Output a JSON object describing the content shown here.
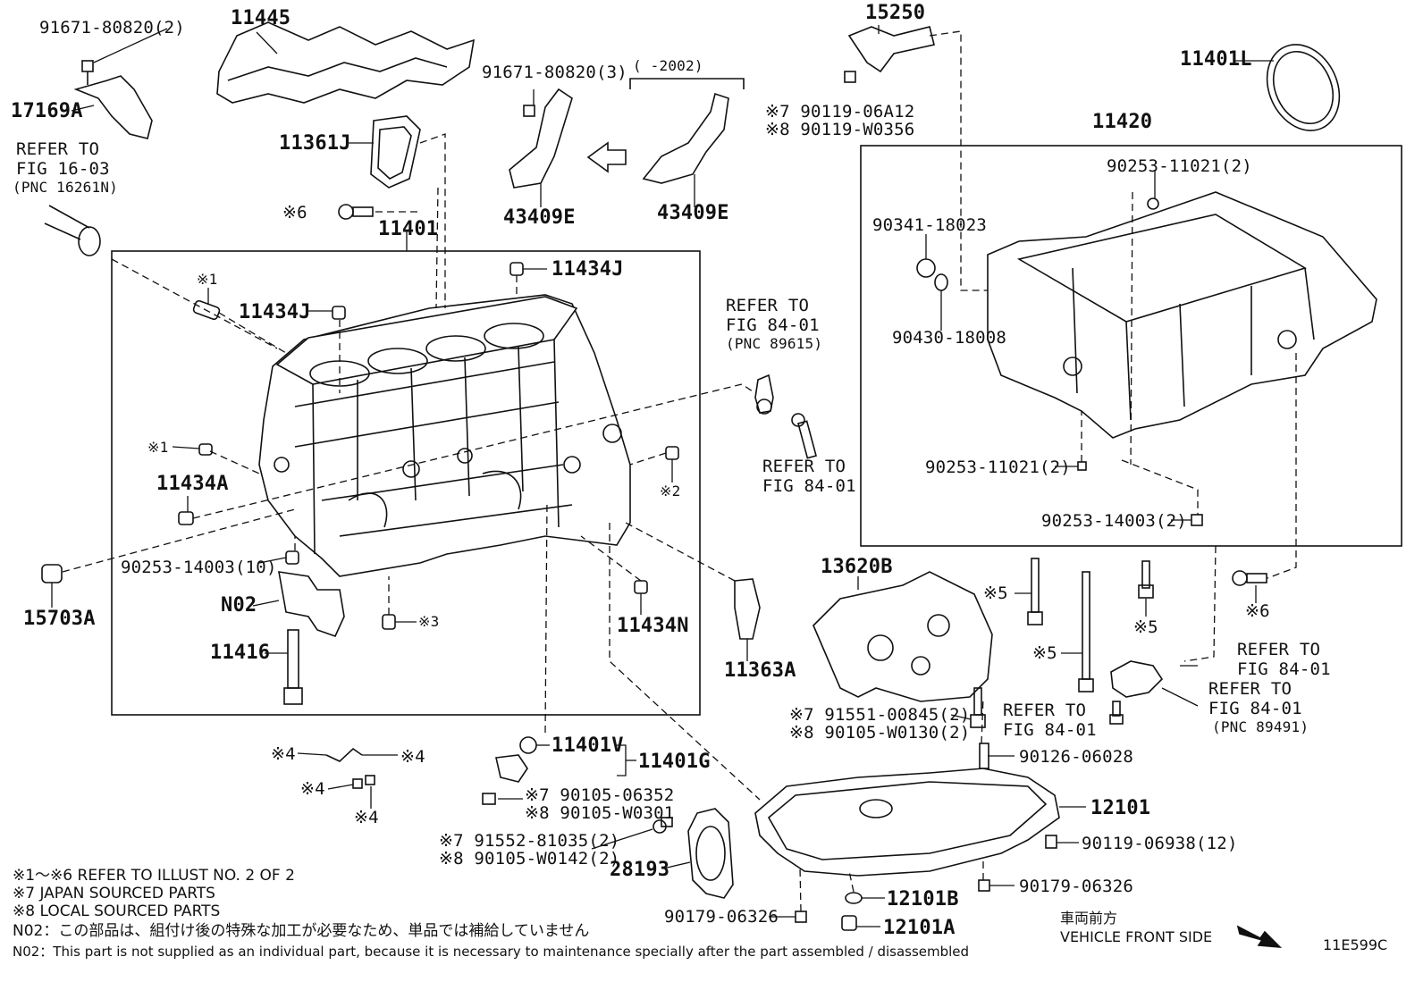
{
  "diagram_id": "11E599C",
  "direction": {
    "jp": "車両前方",
    "en": "VEHICLE FRONT SIDE"
  },
  "parts": {
    "p91671_80820_2": "91671-80820(2)",
    "p11445": "11445",
    "p17169A": "17169A",
    "refer_1626": [
      "REFER TO",
      "FIG 16-03",
      "(PNC 16261N)"
    ],
    "p11361J": "11361J",
    "x6_a": "※6",
    "p11401": "11401",
    "x1_a": "※1",
    "p11434J_a": "11434J",
    "p11434J_b": "11434J",
    "x1_b": "※1",
    "p11434A": "11434A",
    "p90253_14003_10": "90253-14003(10)",
    "p15703A": "15703A",
    "pN02": "N02",
    "p11416": "11416",
    "x3": "※3",
    "p11434N": "11434N",
    "x2": "※2",
    "p91671_80820_3": "91671-80820(3)",
    "range_2002": "(     -2002)",
    "p43409E_a": "43409E",
    "p43409E_b": "43409E",
    "refer_8401_89615": [
      "REFER TO",
      "FIG 84-01",
      "(PNC 89615)"
    ],
    "refer_8401_a": [
      "REFER TO",
      "FIG 84-01"
    ],
    "p11363A": "11363A",
    "p15250": "15250",
    "x7_06A12": "※7 90119-06A12",
    "x8_W0356": "※8 90119-W0356",
    "p11401L": "11401L",
    "p11420": "11420",
    "p90253_11021_2a": "90253-11021(2)",
    "p90341_18023": "90341-18023",
    "p90430_18008": "90430-18008",
    "p90253_11021_2b": "90253-11021(2)",
    "p90253_14003_2": "90253-14003(2)",
    "p13620B": "13620B",
    "x5_a": "※5",
    "x5_b": "※5",
    "x5_c": "※5",
    "x6_b": "※6",
    "refer_8401_b": [
      "REFER TO",
      "FIG 84-01"
    ],
    "refer_8401_89491": [
      "REFER TO",
      "FIG 84-01",
      "(PNC 89491)"
    ],
    "refer_8401_c": [
      "REFER TO",
      "FIG 84-01"
    ],
    "x7_91551": "※7 91551-00845(2)",
    "x8_W0130": "※8 90105-W0130(2)",
    "x4_a": "※4",
    "x4_b": "※4",
    "x4_c": "※4",
    "x4_d": "※4",
    "p11401V": "11401V",
    "p11401G": "11401G",
    "x7_06352": "※7 90105-06352",
    "x8_W0301": "※8 90105-W0301",
    "x7_81035": "※7 91552-81035(2)",
    "x8_W0142": "※8 90105-W0142(2)",
    "p28193": "28193",
    "p90126_06028": "90126-06028",
    "p12101": "12101",
    "p90119_06938": "90119-06938(12)",
    "p90179_06326_a": "90179-06326",
    "p12101B": "12101B",
    "p90179_06326_b": "90179-06326",
    "p12101A": "12101A"
  },
  "notes": [
    "※1〜※6  REFER TO ILLUST NO. 2 OF 2",
    "※7  JAPAN SOURCED PARTS",
    "※8  LOCAL SOURCED PARTS",
    "N02：この部品は、組付け後の特殊な加工が必要なため、単品では補給していません",
    "N02：This part is not supplied as an individual part, because it is necessary to maintenance specially after the part assembled / disassembled"
  ]
}
